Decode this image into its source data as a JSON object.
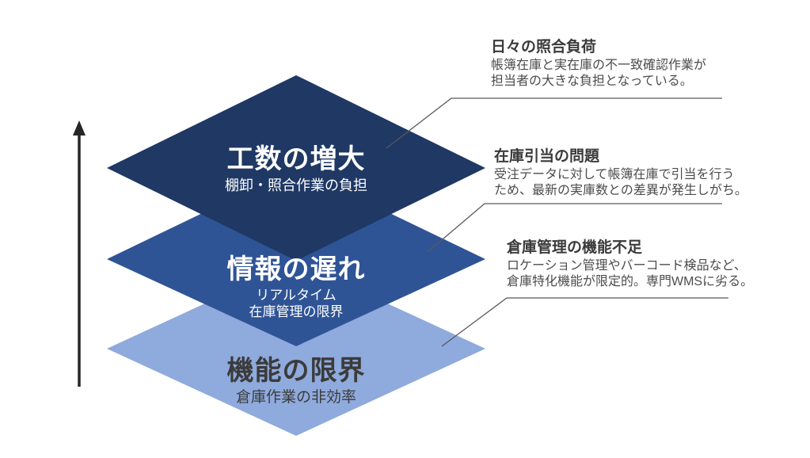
{
  "colors": {
    "layer_top": "#1F3864",
    "layer_middle": "#2F5496",
    "layer_bottom": "#8FAADC",
    "connector": "#595959",
    "arrow": "#262626",
    "label_light": "#FFFFFF",
    "label_dark": "#3B3B3B"
  },
  "layers": [
    {
      "title": "工数の増大",
      "subtitle_lines": [
        "棚卸・照合作業の負担"
      ]
    },
    {
      "title": "情報の遅れ",
      "subtitle_lines": [
        "リアルタイム",
        "在庫管理の限界"
      ]
    },
    {
      "title": "機能の限界",
      "subtitle_lines": [
        "倉庫作業の非効率"
      ]
    }
  ],
  "annotations": [
    {
      "title": "日々の照合負荷",
      "body_line1": "帳簿在庫と実在庫の不一致確認作業が",
      "body_line2": "担当者の大きな負担となっている。"
    },
    {
      "title": "在庫引当の問題",
      "body_line1": "受注データに対して帳簿在庫で引当を行う",
      "body_line2": "ため、最新の実庫数との差異が発生しがち。"
    },
    {
      "title": "倉庫管理の機能不足",
      "body_line1": "ロケーション管理やバーコード検品など、",
      "body_line2": "倉庫特化機能が限定的。専門WMSに劣る。"
    }
  ]
}
